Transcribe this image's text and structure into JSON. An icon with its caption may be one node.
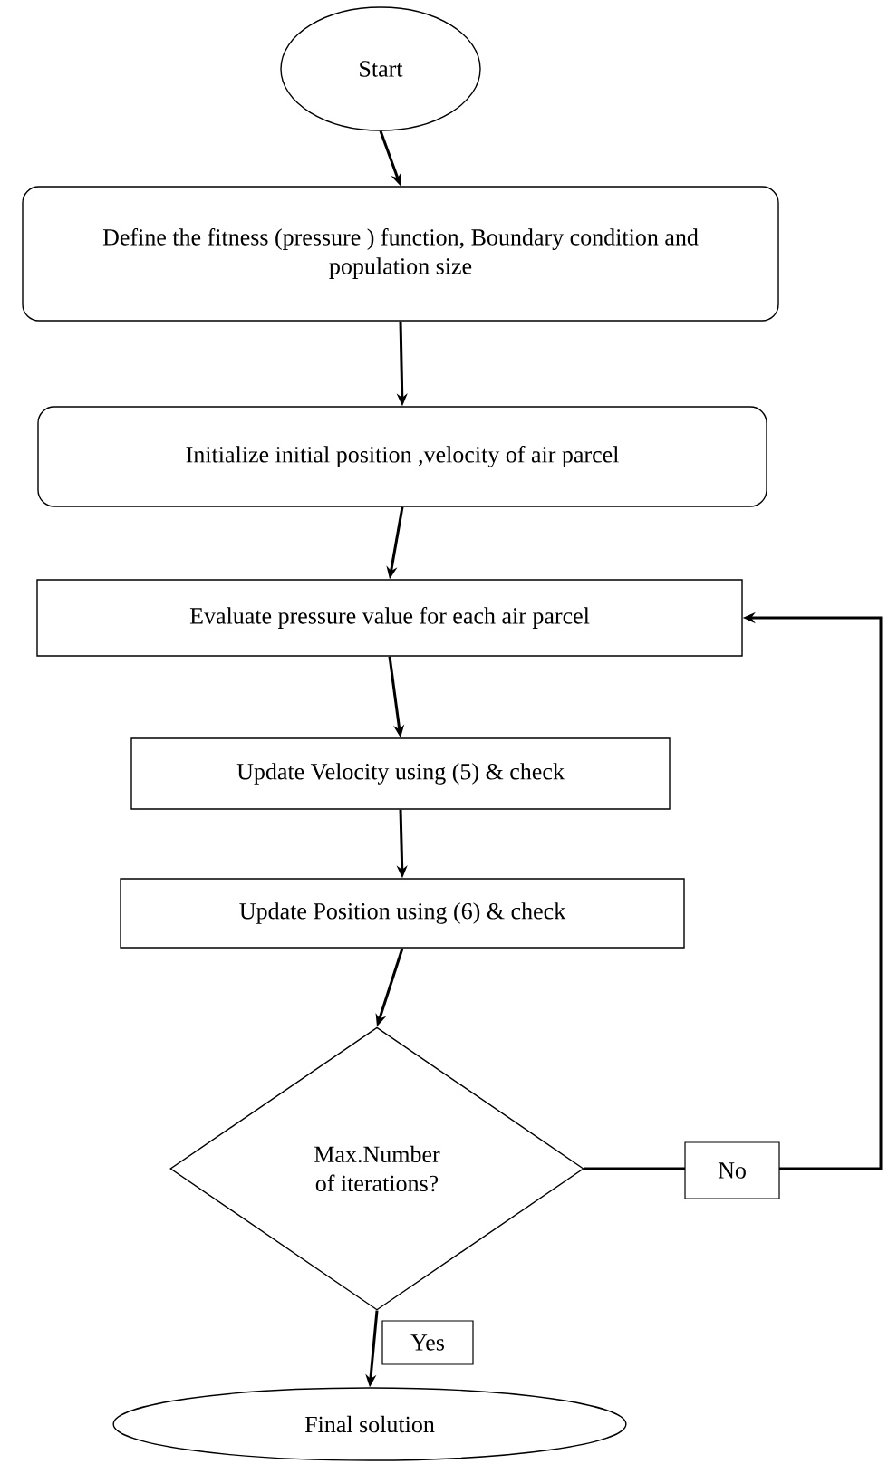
{
  "diagram": {
    "nodes": [
      {
        "text": [
          "Start"
        ]
      },
      {
        "text": [
          "Define the fitness (pressure ) function, Boundary condition and population size"
        ]
      },
      {
        "text": [
          "Initialize initial position ,velocity of air parcel"
        ]
      },
      {
        "text": [
          "Evaluate pressure value for each  air parcel"
        ]
      },
      {
        "text": [
          "Update  Velocity using (5) & check"
        ]
      },
      {
        "text": [
          "Update Position using (6) & check"
        ]
      },
      {
        "text": [
          "Max.Number of iterations?"
        ]
      },
      {
        "text": [
          "Final solution"
        ]
      }
    ],
    "edges": [
      {
        "from": 0,
        "to": 1,
        "arrow": "to"
      },
      {
        "from": 1,
        "to": 2,
        "arrow": "to"
      },
      {
        "from": 2,
        "to": 3,
        "arrow": "to"
      },
      {
        "from": 3,
        "to": 4,
        "arrow": "to"
      },
      {
        "from": 4,
        "to": 5,
        "arrow": "to"
      },
      {
        "from": 5,
        "to": 6,
        "arrow": "to"
      },
      {
        "from": 6,
        "to": 3,
        "arrow": "to",
        "label": "No"
      },
      {
        "from": 6,
        "to": 7,
        "arrow": "to",
        "label": "Yes"
      }
    ]
  }
}
